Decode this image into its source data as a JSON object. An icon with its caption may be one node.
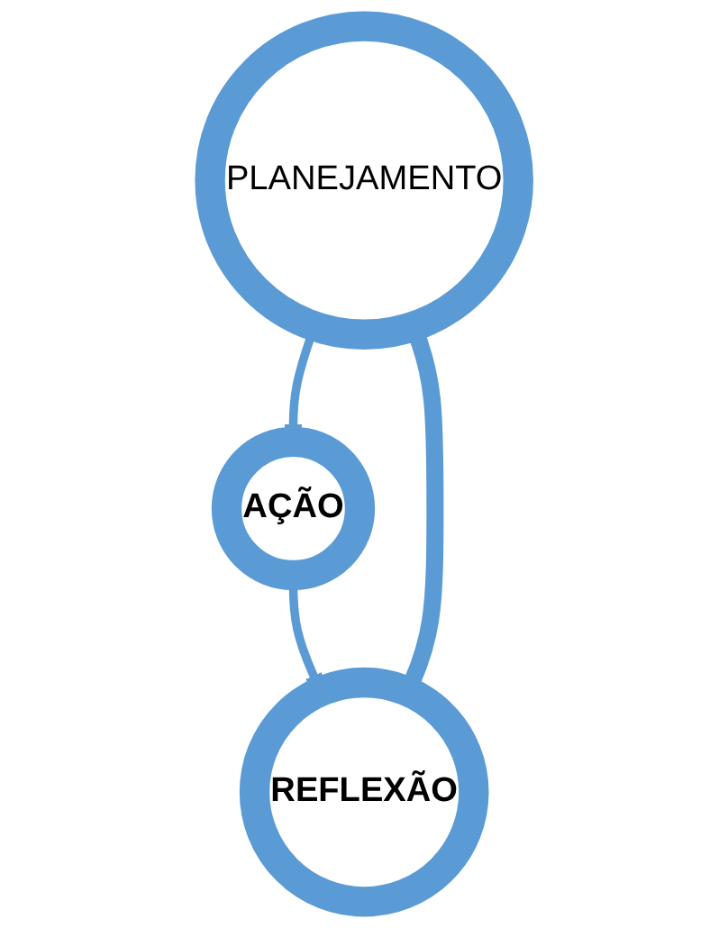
{
  "diagram": {
    "nodes": [
      {
        "text": [
          "PLANEJAMENTO"
        ]
      },
      {
        "text": [
          "AÇÃO"
        ]
      },
      {
        "text": [
          "REFLEXÃO"
        ]
      }
    ],
    "edges": [
      {
        "from": 0,
        "to": 1,
        "arrow": "to"
      },
      {
        "from": 1,
        "to": 2,
        "arrow": "to"
      },
      {
        "from": 2,
        "to": 0,
        "arrow": "to",
        "style": "thick"
      }
    ]
  }
}
